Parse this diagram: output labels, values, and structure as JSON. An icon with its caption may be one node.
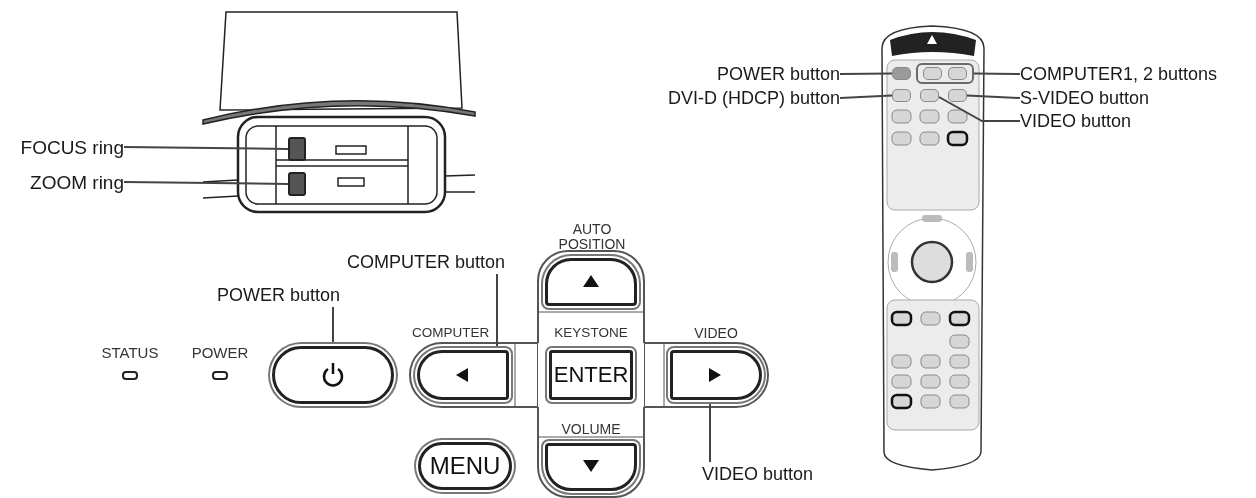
{
  "diagram": {
    "nodes": [
      {
        "text": [
          "FOCUS ring"
        ]
      },
      {
        "text": [
          "ZOOM ring"
        ]
      },
      {
        "text": [],
        "shape": "box"
      },
      {
        "text": [],
        "shape": "box"
      },
      {
        "text": [
          "POWER button"
        ]
      },
      {
        "text": [
          "DVI-D (HDCP) button"
        ]
      },
      {
        "text": [
          "COMPUTER1, 2 buttons"
        ]
      },
      {
        "text": [
          "S-VIDEO button"
        ]
      },
      {
        "text": [
          "VIDEO button"
        ]
      },
      {
        "text": [],
        "shape": "box"
      },
      {
        "text": [],
        "shape": "box"
      },
      {
        "text": [],
        "shape": "box"
      },
      {
        "text": [],
        "shape": "box"
      },
      {
        "text": [],
        "shape": "box"
      },
      {
        "text": [
          "COMPUTER button"
        ]
      },
      {
        "text": [
          "POWER button"
        ]
      },
      {
        "text": [],
        "shape": "box"
      },
      {
        "text": [],
        "shape": "box",
        "beside": [
          "COMPUTER"
        ]
      },
      {
        "text": [],
        "shape": "box",
        "beside": [
          "AUTO POSITION"
        ]
      },
      {
        "text": [
          "ENTER"
        ],
        "beside": [
          "KEYSTONE"
        ]
      },
      {
        "text": [],
        "shape": "box",
        "beside": [
          "VIDEO"
        ]
      },
      {
        "text": [],
        "shape": "box",
        "beside": [
          "VOLUME"
        ]
      },
      {
        "text": [
          "MENU"
        ]
      },
      {
        "text": [
          "VIDEO button"
        ]
      }
    ],
    "edges": [
      {
        "from": 0,
        "to": 2,
        "arrow": "none"
      },
      {
        "from": 1,
        "to": 3,
        "arrow": "none"
      },
      {
        "from": 4,
        "to": 9,
        "arrow": "none"
      },
      {
        "from": 5,
        "to": 11,
        "arrow": "none"
      },
      {
        "from": 6,
        "to": 10,
        "arrow": "none"
      },
      {
        "from": 7,
        "to": 13,
        "arrow": "none"
      },
      {
        "from": 8,
        "to": 12,
        "arrow": "none"
      },
      {
        "from": 14,
        "to": 17,
        "arrow": "none"
      },
      {
        "from": 15,
        "to": 16,
        "arrow": "none"
      },
      {
        "from": 23,
        "to": 20,
        "arrow": "none"
      }
    ],
    "labels": [
      "STATUS",
      "POWER"
    ]
  }
}
